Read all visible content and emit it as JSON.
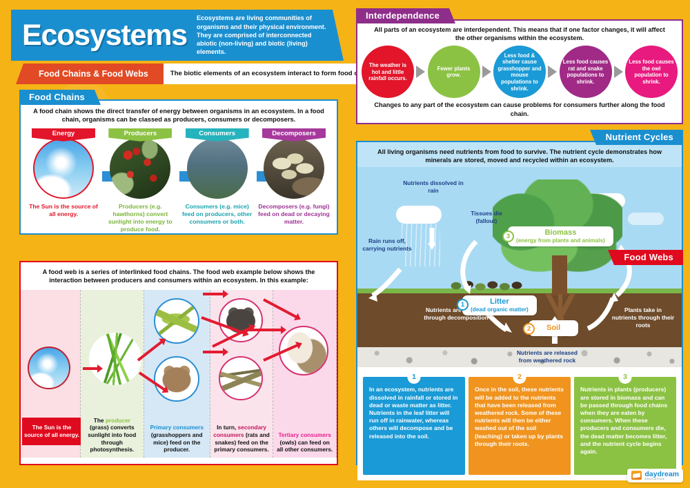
{
  "poster": {
    "title": "Ecosystems",
    "subtitle": "Ecosystems are living communities of organisms and their physical environment. They are comprised of interconnected abiotic (non-living) and biotic (living) elements.",
    "background_color": "#f5b316",
    "logo": {
      "name": "daydream",
      "tagline": "EDUCATION"
    }
  },
  "food_chains_webs_banner": {
    "label": "Food Chains & Food Webs",
    "text": "The biotic elements of an ecosystem interact to form food chains and food webs.",
    "label_color": "#e14a25"
  },
  "food_chains": {
    "tab": "Food Chains",
    "tab_color": "#1a8fd0",
    "intro": "A food chain shows the direct transfer of energy between organisms in an ecosystem. In a food chain, organisms can be classed as producers, consumers or decomposers.",
    "arrow_color": "#2a8fd4",
    "stages": [
      {
        "label": "Energy",
        "color": "#e2152a",
        "caption": "The Sun is the source of all energy.",
        "image": "sun-sky-photo"
      },
      {
        "label": "Producers",
        "color": "#8cc243",
        "caption": "Producers (e.g. hawthorns) convert sunlight into energy to produce food.",
        "image": "hawthorn-berries-photo"
      },
      {
        "label": "Consumers",
        "color": "#25b3bd",
        "caption": "Consumers (e.g. mice) feed on producers, other consumers or both.",
        "image": "mouse-photo"
      },
      {
        "label": "Decomposers",
        "color": "#a6399c",
        "caption": "Decomposers (e.g. fungi) feed on dead or decaying matter.",
        "image": "fungi-photo"
      }
    ]
  },
  "food_webs": {
    "tab": "Food Webs",
    "tab_color": "#e00a1e",
    "intro": "A food web is a series of interlinked food chains. The food web example below shows the interaction between producers and consumers within an ecosystem. In this example:",
    "sun_banner": "The Sun is the source of all energy.",
    "columns": [
      {
        "caption": "",
        "bg": "#fbdfe4",
        "organisms": [
          "sun"
        ]
      },
      {
        "caption": "The producer (grass) converts sunlight into food through photosynthesis.",
        "highlight": "producer",
        "highlight_color": "#8cc243",
        "bg": "#e9f1dc",
        "organisms": [
          "grass"
        ]
      },
      {
        "caption": "Primary consumers (grasshoppers and mice) feed on the producer.",
        "highlight": "Primary consumers",
        "highlight_color": "#1a8fd0",
        "bg": "#d6e8f6",
        "organisms": [
          "grasshopper",
          "mouse"
        ]
      },
      {
        "caption": "In turn, secondary consumers (rats and snakes) feed on the primary consumers.",
        "highlight": "secondary consumers",
        "highlight_color": "#c2185b",
        "bg": "#fbe3ec",
        "organisms": [
          "rat",
          "snake"
        ]
      },
      {
        "caption": "Tertiary consumers (owls) can feed on all other consumers.",
        "highlight": "Tertiary consumers",
        "highlight_color": "#e91e8c",
        "bg": "#fbd9ea",
        "organisms": [
          "owl"
        ]
      }
    ],
    "arrow_color": "#e31b30"
  },
  "interdependence": {
    "tab": "Interdependence",
    "tab_color": "#8e2d8a",
    "intro": "All parts of an ecosystem are interdependent. This means that if one factor changes, it will affect the other organisms within the ecosystem.",
    "outro": "Changes to any part of the ecosystem can cause problems for consumers further along the food chain.",
    "steps": [
      {
        "text": "The weather is hot and little rainfall occurs.",
        "color": "#e2152a"
      },
      {
        "text": "Fewer plants grow.",
        "color": "#8cc243"
      },
      {
        "text": "Less food & shelter cause grasshopper and mouse populations to shrink.",
        "color": "#1a9ad6"
      },
      {
        "text": "Less food causes rat and snake populations to shrink.",
        "color": "#a02a86"
      },
      {
        "text": "Less food causes the owl population to shrink.",
        "color": "#e8197f"
      }
    ],
    "arrow_color": "#9a9a9a"
  },
  "nutrient_cycles": {
    "tab": "Nutrient Cycles",
    "tab_color": "#1a8fd0",
    "intro": "All living organisms need nutrients from food to survive. The nutrient cycle demonstrates how minerals are stored, moved and recycled within an ecosystem.",
    "diagram_labels": [
      {
        "text": "Nutrients dissolved in rain",
        "color": "#1d3f86"
      },
      {
        "text": "Tissues die (fallout)",
        "color": "#1d3f86"
      },
      {
        "text": "Rain runs off, carrying nutrients",
        "color": "#1d3f86"
      },
      {
        "text": "Nutrients are released through decomposition",
        "color": "#ffffff"
      },
      {
        "text": "Plants take in nutrients through their roots",
        "color": "#ffffff"
      },
      {
        "text": "Nutrients are released from weathered rock",
        "color": "#1d3f86"
      }
    ],
    "callouts": [
      {
        "number": "1",
        "title": "Litter",
        "subtitle": "(dead organic matter)",
        "color": "#1a9ad6"
      },
      {
        "number": "2",
        "title": "Soil",
        "subtitle": "",
        "color": "#f0941f"
      },
      {
        "number": "3",
        "title": "Biomass",
        "subtitle": "(energy from plants and animals)",
        "color": "#8cc243"
      }
    ],
    "boxes": [
      {
        "number": "1",
        "color": "#1a9ad6",
        "text": "In an ecosystem, nutrients are dissolved in rainfall or stored in dead or waste matter as litter. Nutrients in the leaf litter will run off in rainwater, whereas others will decompose and be released into the soil."
      },
      {
        "number": "2",
        "color": "#f0941f",
        "text": "Once in the soil, these nutrients will be added to the nutrients that have been released from weathered rock. Some of these nutrients will then be either washed out of the soil (leaching) or taken up by plants through their roots."
      },
      {
        "number": "3",
        "color": "#8cc243",
        "text": "Nutrients in plants (producers) are stored in biomass and can be passed through food chains when they are eaten by consumers. When these producers and consumers die, the dead matter becomes litter, and the nutrient cycle begins again."
      }
    ]
  }
}
